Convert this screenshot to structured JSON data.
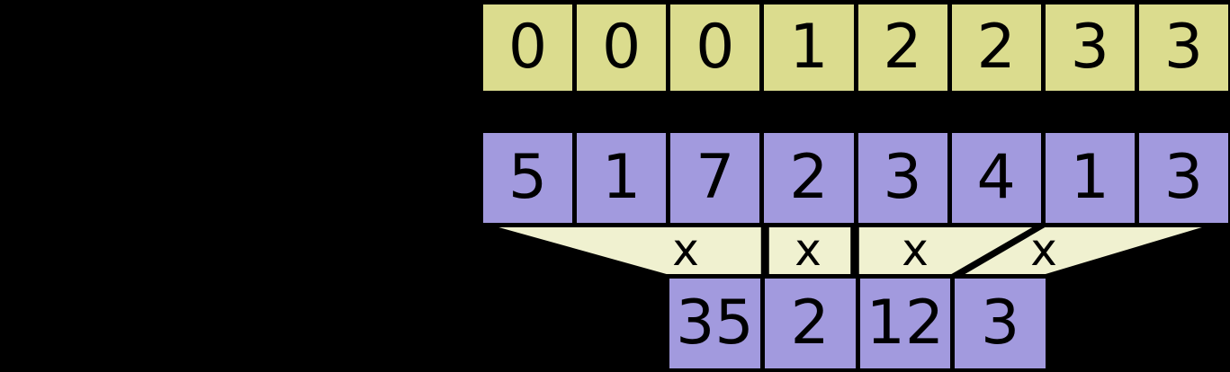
{
  "colors": {
    "background": "#000000",
    "segment_id_fill": "#dbdc8e",
    "value_fill": "#a29ade",
    "funnel_fill": "#f0f1d0",
    "border": "#000000",
    "text": "#000000"
  },
  "rows": {
    "segment_ids": [
      "0",
      "0",
      "0",
      "1",
      "2",
      "2",
      "3",
      "3"
    ],
    "values": [
      "5",
      "1",
      "7",
      "2",
      "3",
      "4",
      "1",
      "3"
    ],
    "results": [
      "35",
      "2",
      "12",
      "3"
    ]
  },
  "operators": [
    "x",
    "x",
    "x",
    "x"
  ]
}
